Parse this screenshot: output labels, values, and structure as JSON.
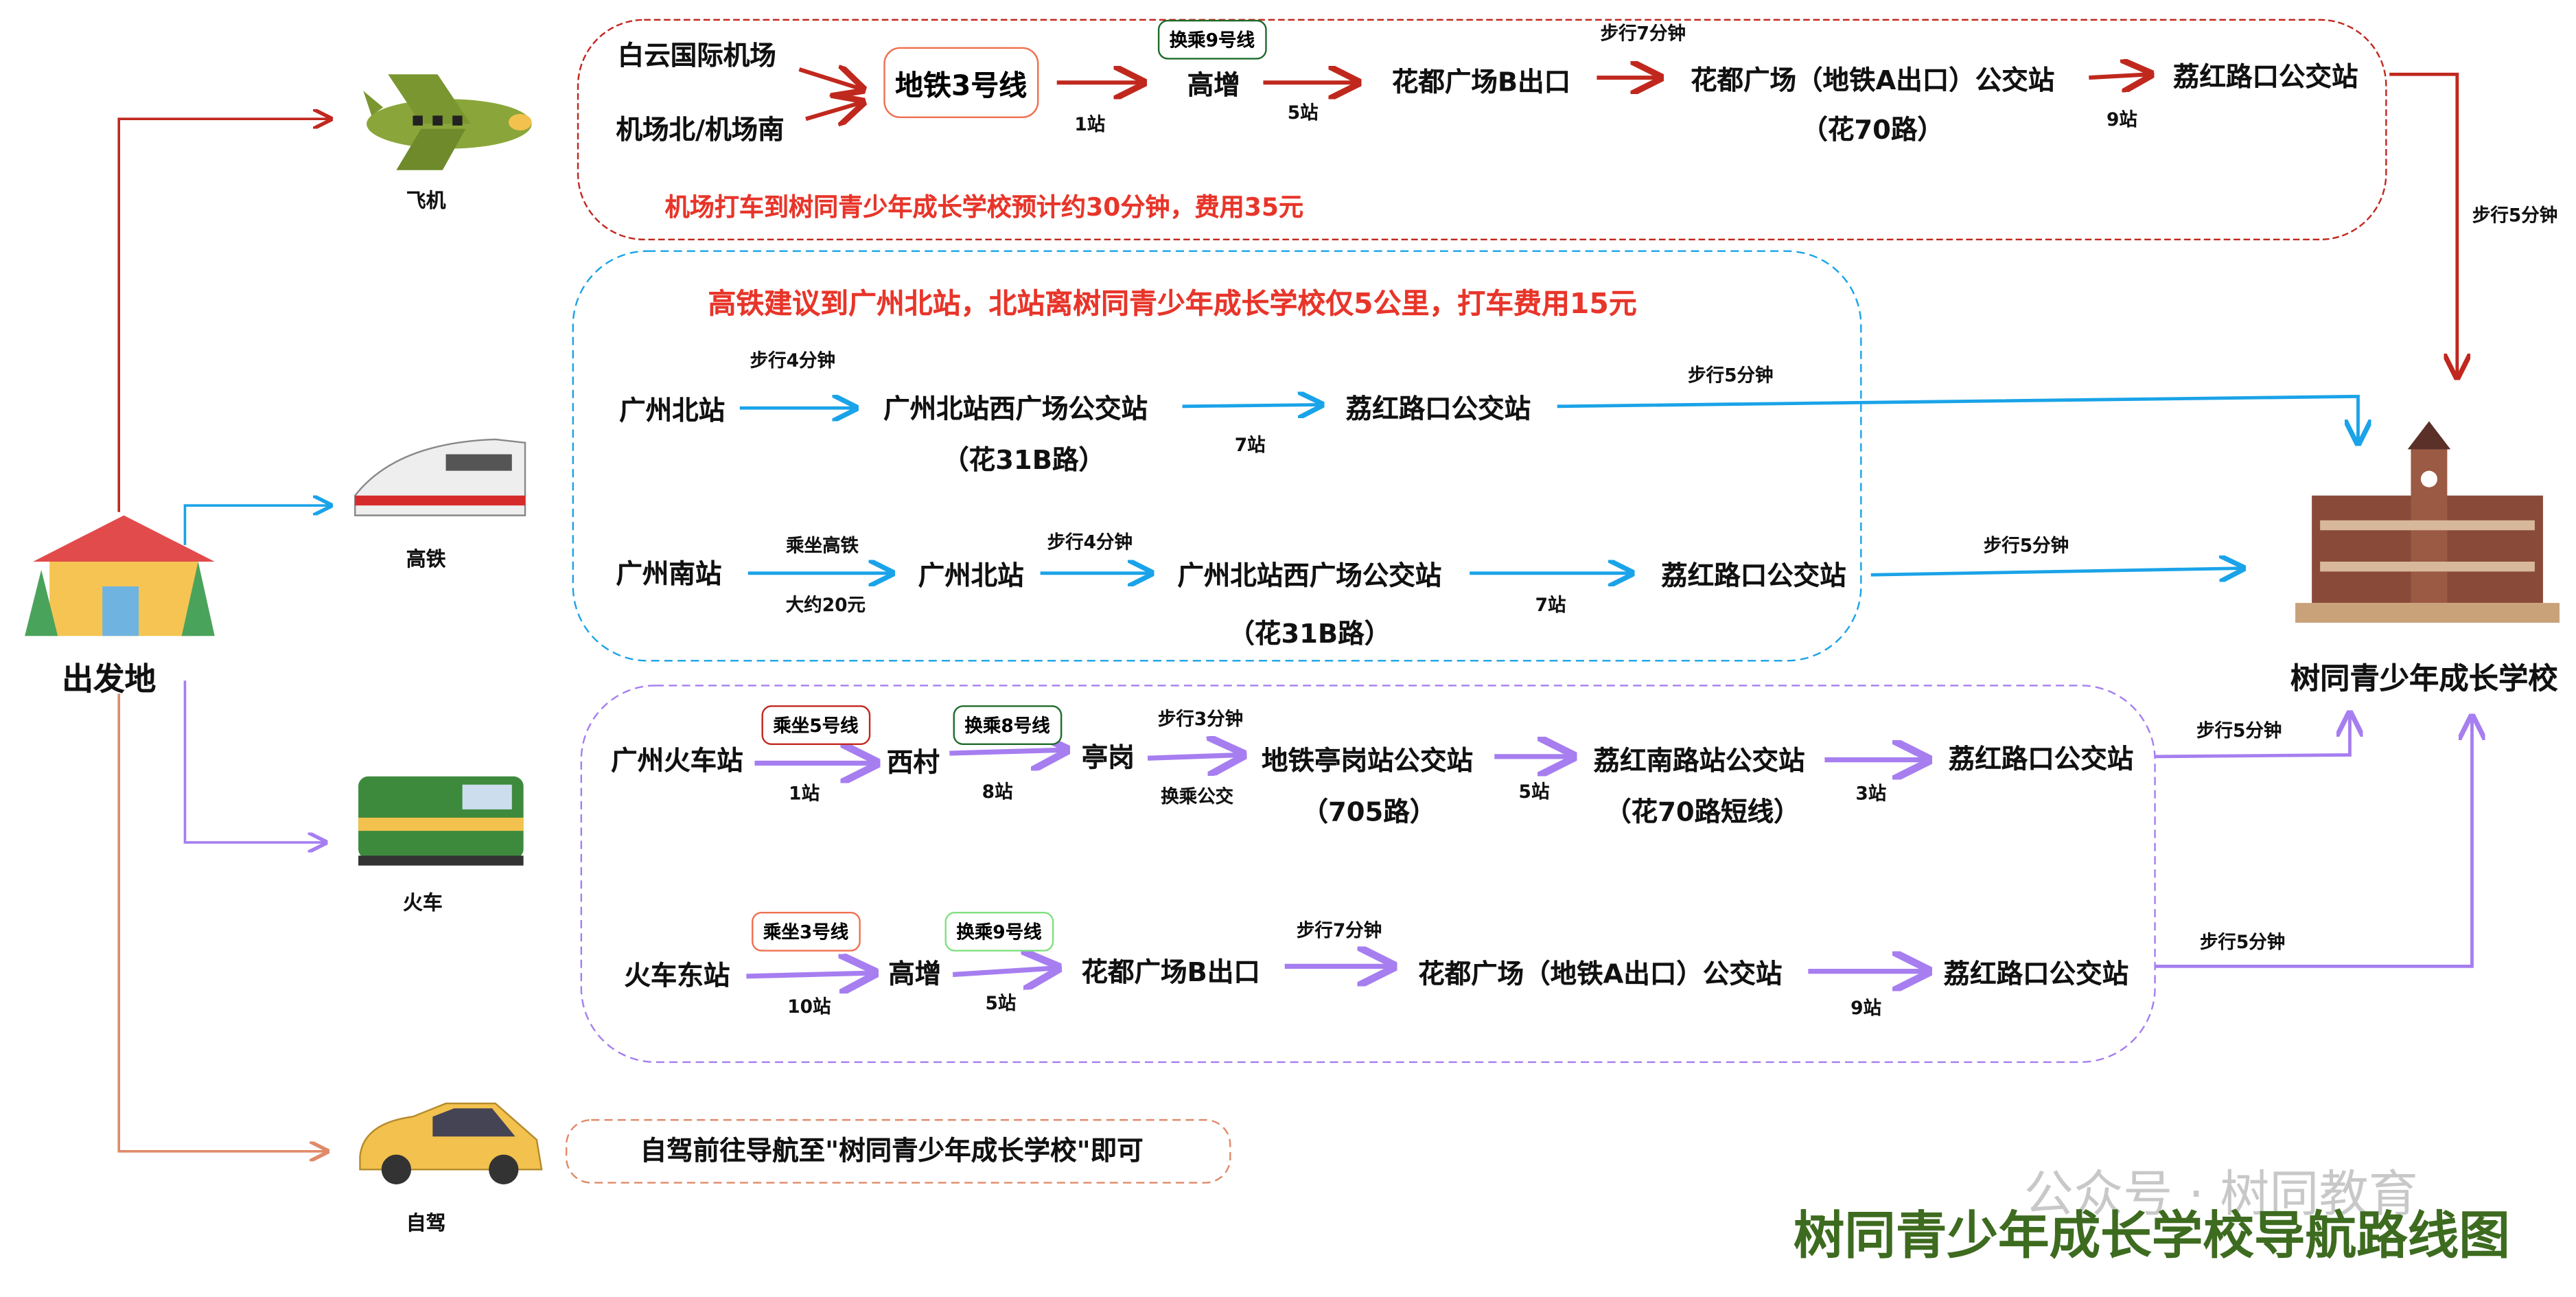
{
  "title": "树同青少年成长学校导航路线图",
  "watermark": "公众号 · 树同教育",
  "origin": "出发地",
  "destination": "树同青少年成长学校",
  "colors": {
    "plane": "#c0281e",
    "rail": "#1aa3e8",
    "train": "#a67ef0",
    "car": "#e08a6a",
    "title": "#3d6b1f",
    "note": "#e8352a"
  },
  "modes": {
    "plane": "飞机",
    "high_speed_rail": "高铁",
    "train": "火车",
    "car": "自驾"
  },
  "plane_route": {
    "start_a": "白云国际机场",
    "start_b": "机场北/机场南",
    "line": "地铁3号线",
    "transfer": "换乘9号线",
    "stop1": "高增",
    "stops1": "1站",
    "stops2": "5站",
    "stop2": "花都广场B出口",
    "walk": "步行7分钟",
    "bus_stop": "花都广场（地铁A出口）公交站",
    "bus": "（花70路）",
    "stops3": "9站",
    "end": "荔红路口公交站",
    "final_walk": "步行5分钟",
    "note": "机场打车到树同青少年成长学校预计约30分钟，费用35元"
  },
  "rail_route": {
    "note": "高铁建议到广州北站，北站离树同青少年成长学校仅5公里，打车费用15元",
    "row1": {
      "walk": "步行4分钟",
      "start": "广州北站",
      "bus_stop": "广州北站西广场公交站",
      "bus": "（花31B路）",
      "stops": "7站",
      "end": "荔红路口公交站",
      "final_walk": "步行5分钟"
    },
    "row2": {
      "start": "广州南站",
      "ride": "乘坐高铁",
      "fare": "大约20元",
      "stop1": "广州北站",
      "walk": "步行4分钟",
      "bus_stop": "广州北站西广场公交站",
      "bus": "（花31B路）",
      "stops": "7站",
      "end": "荔红路口公交站",
      "final_walk": "步行5分钟"
    }
  },
  "train_route": {
    "row1": {
      "start": "广州火车站",
      "line": "乘坐5号线",
      "transfer": "换乘8号线",
      "stop1": "西村",
      "stop2": "亭岗",
      "walk": "步行3分钟",
      "bus_stop": "地铁亭岗站公交站",
      "change": "换乘公交",
      "bus": "（705路）",
      "stops1": "1站",
      "stops2": "8站",
      "stops3": "5站",
      "stop3": "荔红南路站公交站",
      "bus2": "（花70路短线）",
      "stops4": "3站",
      "end": "荔红路口公交站",
      "final_walk": "步行5分钟"
    },
    "row2": {
      "start": "火车东站",
      "line": "乘坐3号线",
      "transfer": "换乘9号线",
      "stop1": "高增",
      "stop2": "花都广场B出口",
      "walk": "步行7分钟",
      "bus_stop": "花都广场（地铁A出口）公交站",
      "end": "荔红路口公交站",
      "stops1": "10站",
      "stops2": "5站",
      "stops3": "9站",
      "final_walk": "步行5分钟"
    }
  },
  "car_route": {
    "note": "自驾前往导航至\"树同青少年成长学校\"即可"
  }
}
